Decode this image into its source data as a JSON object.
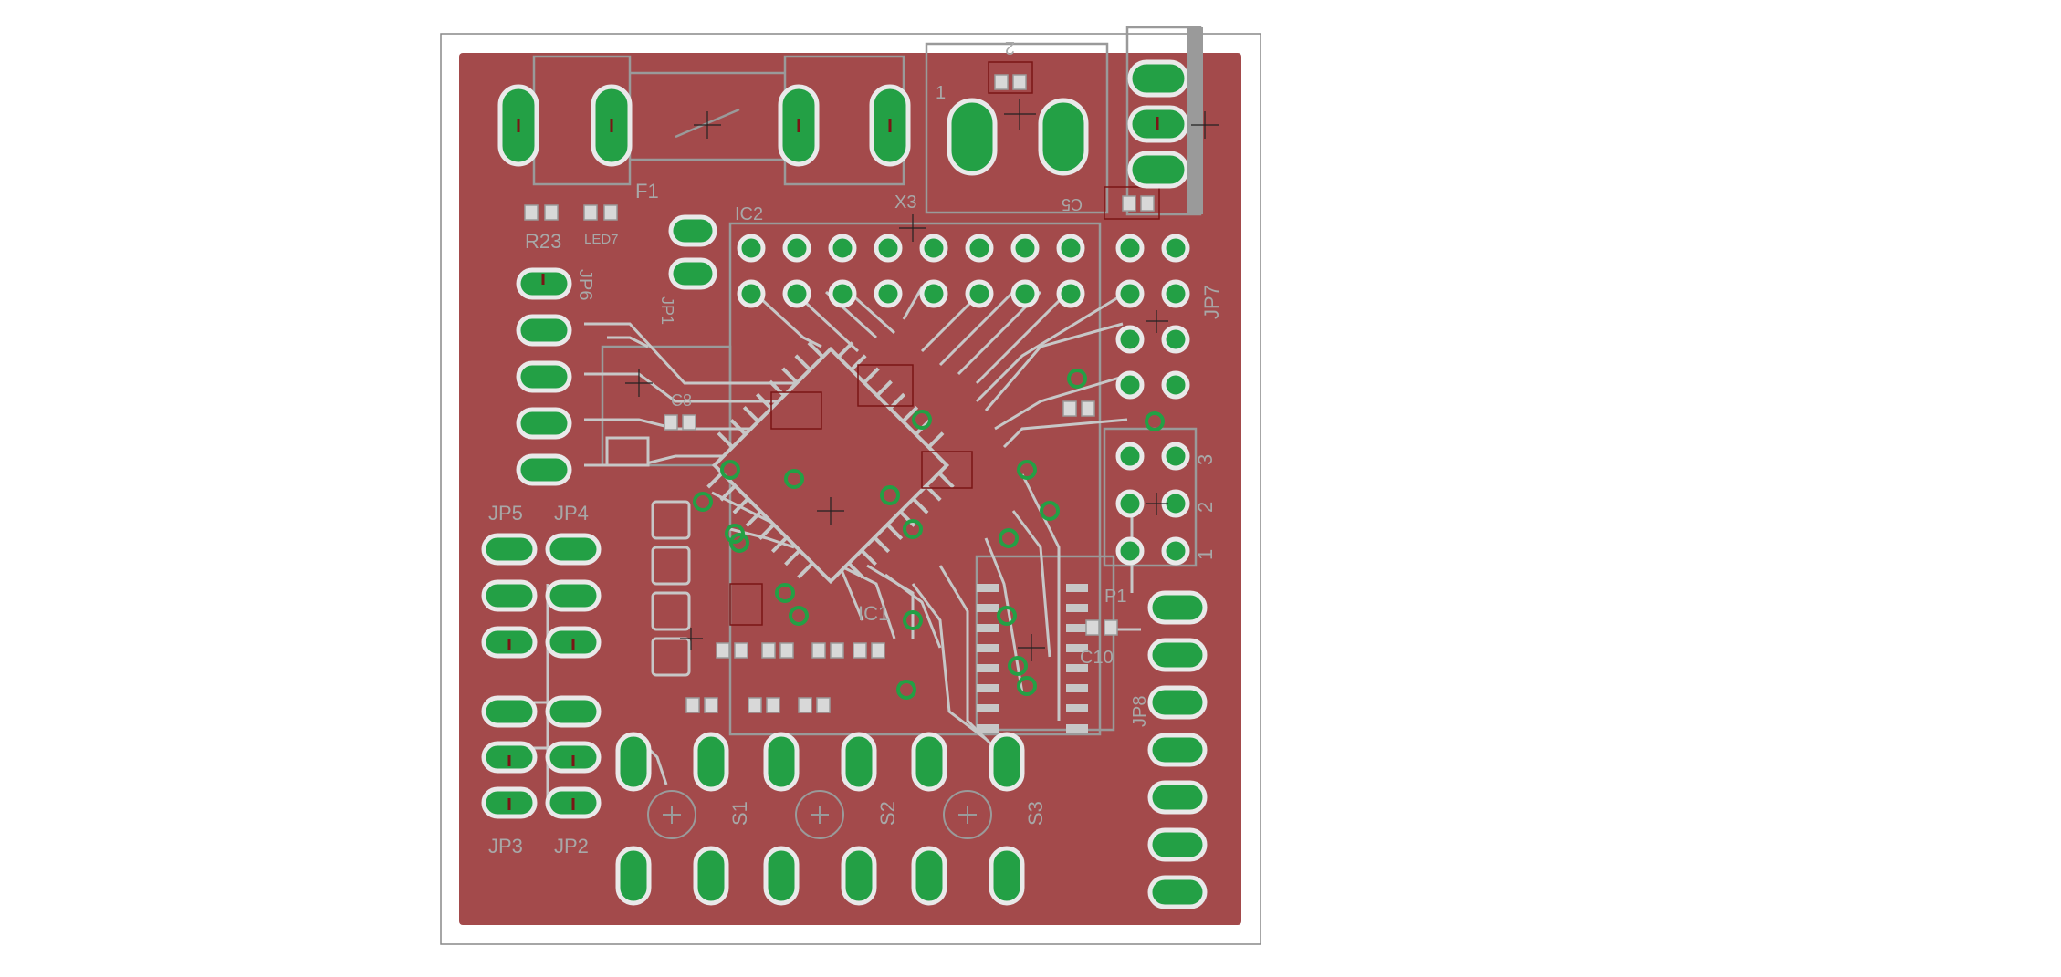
{
  "board": {
    "colors": {
      "copper": "#a34a4b",
      "pad_green": "#23a045",
      "pad_ring": "#e9e9e9",
      "trace": "#c7c7c7",
      "silk": "#9a9a9a",
      "outline": "#888888"
    }
  },
  "labels": {
    "F1": "F1",
    "X3": "X3",
    "IC1": "IC1",
    "IC2": "IC2",
    "R23": "R23",
    "LED7": "LED7",
    "C5": "C5",
    "C8": "C8",
    "C10": "C10",
    "JP1": "JP1",
    "JP2": "JP2",
    "JP3": "JP3",
    "JP4": "JP4",
    "JP5": "JP5",
    "JP6": "JP6",
    "JP7": "JP7",
    "JP8": "JP8",
    "S1": "S1",
    "S2": "S2",
    "S3": "S3",
    "P1": "P1",
    "num1": "1",
    "num2": "2",
    "num3": "3",
    "x3_1": "1",
    "x3_2": "2"
  }
}
